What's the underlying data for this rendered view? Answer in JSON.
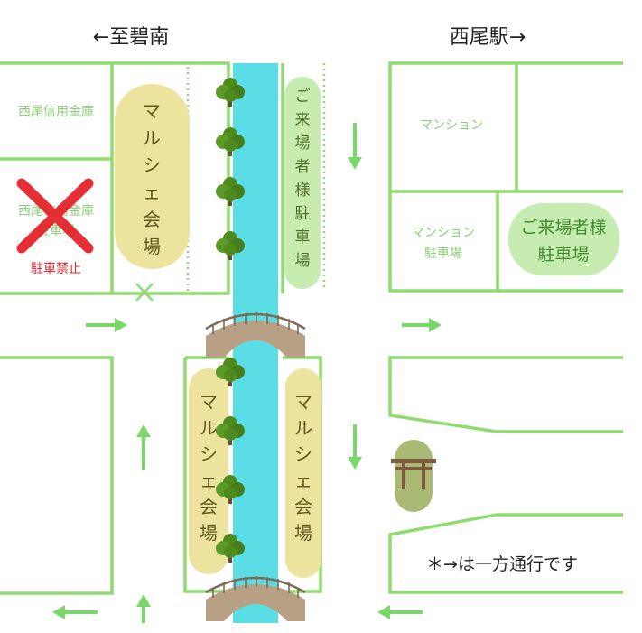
{
  "header": {
    "left_direction": "←至碧南",
    "right_direction": "西尾駅→"
  },
  "labels": {
    "bank": "西尾信用金庫",
    "bank_parking_line1": "西尾信用金庫",
    "bank_parking_line2": "駐車場",
    "no_parking": "駐車禁止",
    "mansion": "マンション",
    "mansion_parking_line1": "マンション",
    "mansion_parking_line2": "駐車場",
    "visitor_parking_line1": "ご来場者様",
    "visitor_parking_line2": "駐車場",
    "visitor_parking_vertical": [
      "ご",
      "来",
      "場",
      "者",
      "様",
      "駐",
      "車",
      "場"
    ],
    "marche_vertical": [
      "マ",
      "ル",
      "シ",
      "ェ",
      "会",
      "場"
    ],
    "one_way_note": "＊→は一方通行です"
  },
  "colors": {
    "block_line": "#8fdc6e",
    "arrow": "#7ad86a",
    "river": "#5bdde6",
    "marche_fill": "#ece39e",
    "parking_fill": "#c7ecb2",
    "tree": "#4f8a1e",
    "bridge": "#b7a084",
    "shrine": "#a8ba74",
    "no_parking_x": "#e5242b",
    "label_text": "#8bd079"
  },
  "icons": [
    "tree-icon",
    "bridge-icon",
    "torii-icon",
    "cross-mark-icon",
    "one-way-arrow-icon"
  ]
}
